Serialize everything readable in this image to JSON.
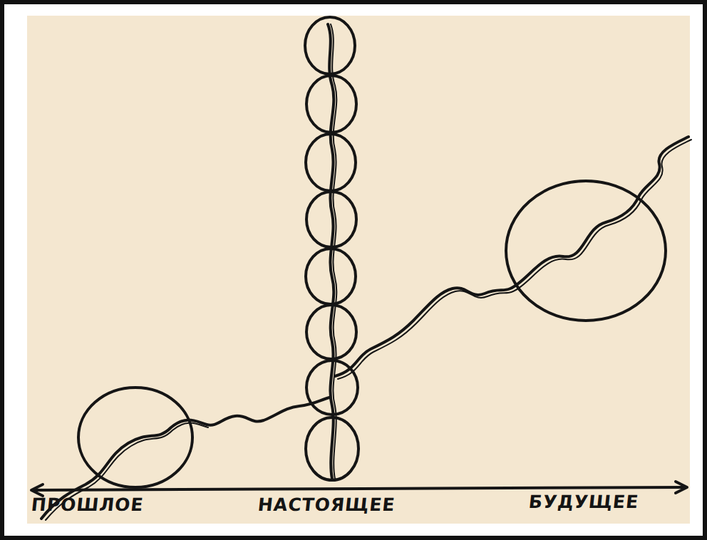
{
  "diagram": {
    "labels": [
      "ПРОШЛОЕ",
      "НАСТОЯЩЕЕ",
      "БУДУЩЕЕ"
    ]
  }
}
